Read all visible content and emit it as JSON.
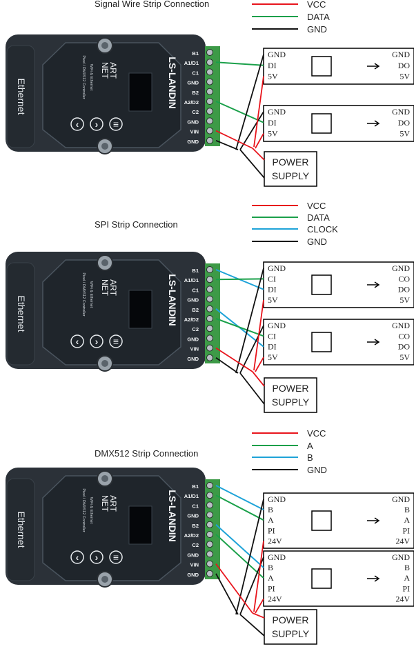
{
  "colors": {
    "vcc": "#e8141c",
    "data": "#1aa04a",
    "clock": "#1ea3d8",
    "gnd": "#111111",
    "device": "#2b3138",
    "terminal": "#3d9a47"
  },
  "device": {
    "ethernet": "Ethernet",
    "brand": "LS-LANDIN",
    "logo_top": "ART",
    "logo_bottom": "NET",
    "sub1": "WiFi & Ethernet",
    "sub2": "Pixel / DMX512 Controller",
    "pins": [
      "B1",
      "A1/D1",
      "C1",
      "GND",
      "B2",
      "A2/D2",
      "C2",
      "GND",
      "VIN",
      "GND"
    ]
  },
  "sections": [
    {
      "title": "Signal Wire Strip Connection",
      "legend": [
        {
          "label": "VCC",
          "color": "vcc"
        },
        {
          "label": "DATA",
          "color": "data"
        },
        {
          "label": "GND",
          "color": "gnd"
        }
      ],
      "strip_left": [
        "GND",
        "DI",
        "5V"
      ],
      "strip_right": [
        "GND",
        "DO",
        "5V"
      ],
      "power": [
        "POWER",
        "SUPPLY"
      ]
    },
    {
      "title": "SPI Strip Connection",
      "legend": [
        {
          "label": "VCC",
          "color": "vcc"
        },
        {
          "label": "DATA",
          "color": "data"
        },
        {
          "label": "CLOCK",
          "color": "clock"
        },
        {
          "label": "GND",
          "color": "gnd"
        }
      ],
      "strip_left": [
        "GND",
        "CI",
        "DI",
        "5V"
      ],
      "strip_right": [
        "GND",
        "CO",
        "DO",
        "5V"
      ],
      "power": [
        "POWER",
        "SUPPLY"
      ]
    },
    {
      "title": "DMX512 Strip Connection",
      "legend": [
        {
          "label": "VCC",
          "color": "vcc"
        },
        {
          "label": "A",
          "color": "data"
        },
        {
          "label": "B",
          "color": "clock"
        },
        {
          "label": "GND",
          "color": "gnd"
        }
      ],
      "strip_left": [
        "GND",
        "B",
        "A",
        "PI",
        "24V"
      ],
      "strip_right": [
        "GND",
        "B",
        "A",
        "PI",
        "24V"
      ],
      "power": [
        "POWER",
        "SUPPLY"
      ]
    }
  ]
}
